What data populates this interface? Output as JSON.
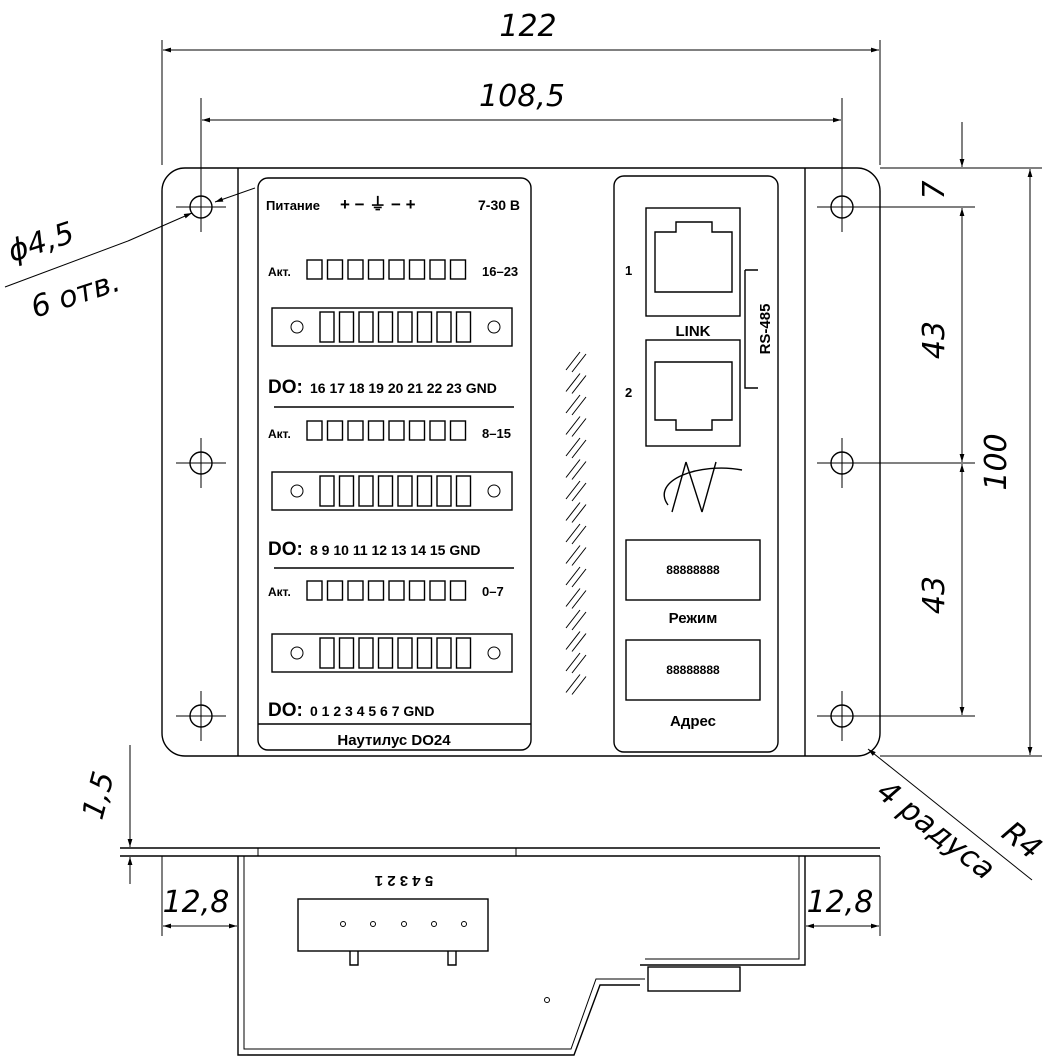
{
  "dimensions": {
    "overall_width": "122",
    "hole_spacing_width": "108,5",
    "overall_height": "100",
    "top_offset": "7",
    "hole_pitch_upper": "43",
    "hole_pitch_lower": "43",
    "hole_diameter": "ϕ4,5",
    "hole_count": "6 отв.",
    "flange_thickness": "1,5",
    "left_margin": "12,8",
    "right_margin": "12,8",
    "corner_radius": "R4",
    "corner_radius_count": "4 радуса"
  },
  "panel": {
    "power_label": "Питание",
    "power_symbols": "+ − ⏚ − +",
    "power_range": "7-30 В",
    "act_label": "Акт.",
    "groups": [
      {
        "range": "16–23",
        "do_prefix": "DO:",
        "do_pins": "16 17 18 19 20 21 22 23 GND"
      },
      {
        "range": "8–15",
        "do_prefix": "DO:",
        "do_pins": "8 9 10 11 12 13 14 15 GND"
      },
      {
        "range": "0–7",
        "do_prefix": "DO:",
        "do_pins": "0 1 2 3 4 5 6 7 GND"
      }
    ],
    "device_name": "Наутилус DO24"
  },
  "right_panel": {
    "port1": "1",
    "port2": "2",
    "link_label": "LINK",
    "bus_label": "RS-485",
    "mode_label": "Режим",
    "address_label": "Адрес",
    "dip_text": "88888888"
  },
  "side_view": {
    "pin_numbers": "5 4 3 2 1"
  }
}
